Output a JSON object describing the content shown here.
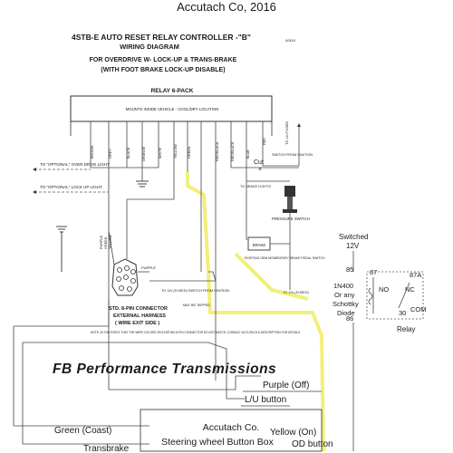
{
  "header": {
    "company_year": "Accutach Co, 2016",
    "title_line1": "4STB-E AUTO RESET RELAY CONTROLLER -\"B\"",
    "title_line2": "WIRING DIAGRAM",
    "title_line3": "FOR OVERDRIVE W- LOCK-UP &  TRANS-BRAKE",
    "title_line4": "(WITH FOOT BRAKE LOCK-UP DISABLE)",
    "revision_tag": "0/00/0"
  },
  "relay_pack": {
    "label": "RELAY 6-PACK",
    "mount_note": "MOUNTS INSIDE VEHICLE - COOL/DRY LOCATION",
    "wire_colors": [
      "BROWN",
      "GREY",
      "BLACK",
      "ORANGE",
      "WHITE",
      "YELLOW",
      "GREEN",
      "RED/BLACK",
      "RED/BLACK",
      "BLUE",
      "RED"
    ]
  },
  "left_notes": {
    "overdrive_light": "TO \"OPTIONAL\" OVER DRIVE LIGHT",
    "lockup_light": "TO \"OPTIONAL\" LOCK UP LIGHT"
  },
  "right_notes": {
    "cut": "Cut",
    "to_12v_fused": "TO 12v FUSED",
    "switch_from_ignition": "SWITCH FROM IGNITION",
    "to_brake_lights": "TO BRAKE LIGHTS",
    "pressure_switch": "PRESSURE SWITCH",
    "brake_label": "BRAKE",
    "existing_brake_switch": "EXISTING OEM MOMENTARY BRAKE PEDAL SWITCH",
    "to_12v_fused_2": "TO 12v (FUSED)"
  },
  "connector": {
    "harness_colors": [
      "PURPLE",
      "GREEN",
      "YELLOW"
    ],
    "purple_label": "PURPLE",
    "to_12v_fused": "TO 12v (FUSED) SWITCH FROM IGNITION",
    "may_be_tapped": "MAY BE TAPPED",
    "std_label": "STD. 8-PIN CONNECTOR",
    "external_label": "EXTERNAL HARNESS",
    "wire_exit": "( WIRE EXIT SIDE )",
    "note": "NOTE: IN THE EVENT THAT THE WIRE COLORS ON EXISTING 8-PIN CONNECTOR DO NOT MATCH, CONSULT ACCUTACH & DESCRIPTION FOR DETAILS"
  },
  "brand": {
    "name": "FB Performance Transmissions"
  },
  "button_box": {
    "label_line1": "Accutach Co.",
    "label_line2": "Steering wheel Button Box",
    "purple": "Purple (Off)",
    "lu_button": "L/U button",
    "yellow": "Yellow (On)",
    "od_button": "OD button",
    "green": "Green (Coast)",
    "transbrake": "Transbrake"
  },
  "relay_box": {
    "switched": "Switched",
    "voltage": "12V",
    "diode_line1": "1N400",
    "diode_line2": "Or any",
    "diode_line3": "Schottky",
    "diode_line4": "Diode",
    "pin_85": "85",
    "pin_87": "87",
    "pin_87a": "87A",
    "no": "NO",
    "nc": "NC",
    "pin_30": "30",
    "com": "COM",
    "pin_86": "86",
    "relay": "Relay"
  },
  "colors": {
    "line": "#3a3a3a",
    "highlight": "#f3ef7a",
    "text": "#1a1a1a"
  }
}
